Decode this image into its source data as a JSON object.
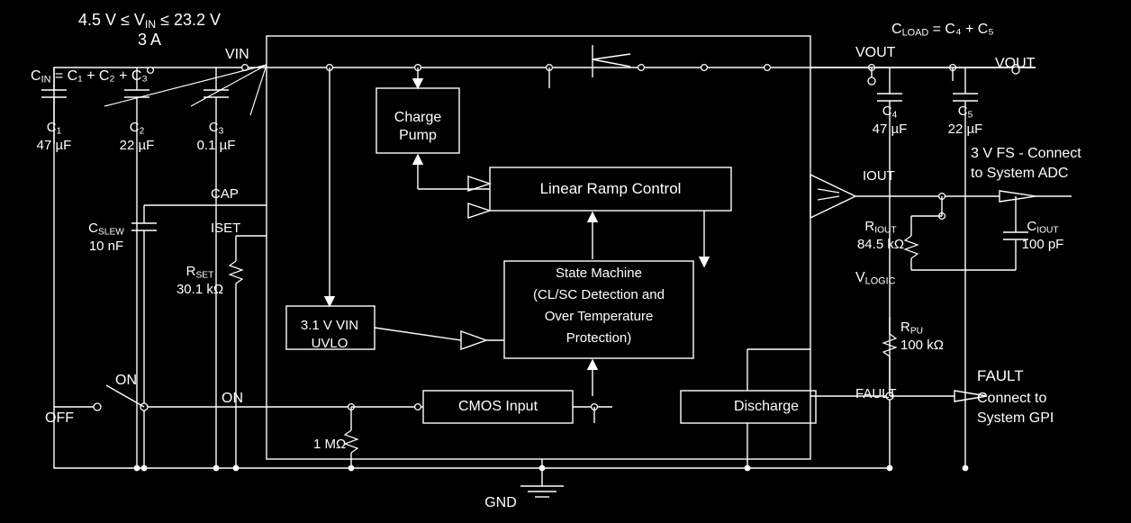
{
  "diagram": {
    "title_top": "4.5 V ≤ V",
    "input_spec_line1_a": "4.5 V ≤ V",
    "input_spec_line1_sub": "IN",
    "input_spec_line1_b": " ≤ 23.2 V",
    "input_spec_line2": "3 A",
    "cin_equation_a": "C",
    "cin_equation_sub": "IN",
    "cin_equation_b": " = C₁ + C₂ + C₃",
    "cload_equation_a": "C",
    "cload_equation_sub": "LOAD",
    "cload_equation_b": " = C₄ + C₅"
  },
  "pins": {
    "vin": "VIN",
    "vout_left": "VOUT",
    "vout_right": "VOUT",
    "cap": "CAP",
    "iset": "ISET",
    "on": "ON",
    "iout": "IOUT",
    "fault": "FAULT",
    "gnd": "GND"
  },
  "blocks": {
    "charge_pump": "Charge\nPump",
    "charge_pump_line1": "Charge",
    "charge_pump_line2": "Pump",
    "linear_ramp": "Linear Ramp Control",
    "state_machine_line1": "State Machine",
    "state_machine_line2": "(CL/SC Detection and",
    "state_machine_line3": "Over Temperature",
    "state_machine_line4": "Protection)",
    "uvlo_line1": "3.1 V VIN",
    "uvlo_line2": "UVLO",
    "cmos_input": "CMOS Input",
    "discharge": "Discharge"
  },
  "components": [
    {
      "name": "C1",
      "ref_base": "C",
      "ref_sub": "1",
      "value": "47 µF"
    },
    {
      "name": "C2",
      "ref_base": "C",
      "ref_sub": "2",
      "value": "22 µF"
    },
    {
      "name": "C3",
      "ref_base": "C",
      "ref_sub": "3",
      "value": "0.1 µF"
    },
    {
      "name": "C4",
      "ref_base": "C",
      "ref_sub": "4",
      "value": "47 µF"
    },
    {
      "name": "C5",
      "ref_base": "C",
      "ref_sub": "5",
      "value": "22 µF"
    },
    {
      "name": "CSLEW",
      "ref_base": "C",
      "ref_sub": "SLEW",
      "value": "10 nF"
    },
    {
      "name": "RSET",
      "ref_base": "R",
      "ref_sub": "SET",
      "value": "30.1 kΩ"
    },
    {
      "name": "RIOUT",
      "ref_base": "R",
      "ref_sub": "IOUT",
      "value": "84.5 kΩ"
    },
    {
      "name": "CIOUT",
      "ref_base": "C",
      "ref_sub": "IOUT",
      "value": "100 pF"
    },
    {
      "name": "RPU",
      "ref_base": "R",
      "ref_sub": "PU",
      "value": "100 kΩ"
    },
    {
      "name": "R1M",
      "ref_base": "",
      "ref_sub": "",
      "value": "1 MΩ"
    }
  ],
  "annotations": {
    "adc_note_line1": "3 V FS - Connect",
    "adc_note_line2": "to System ADC",
    "fault_note_title": "FAULT",
    "fault_note_line1": "Connect to",
    "fault_note_line2": "System GPI",
    "vlogic_base": "V",
    "vlogic_sub": "LOGIC",
    "switch_on": "ON",
    "switch_off": "OFF"
  },
  "colors": {
    "background": "#000000",
    "foreground": "#ffffff"
  }
}
